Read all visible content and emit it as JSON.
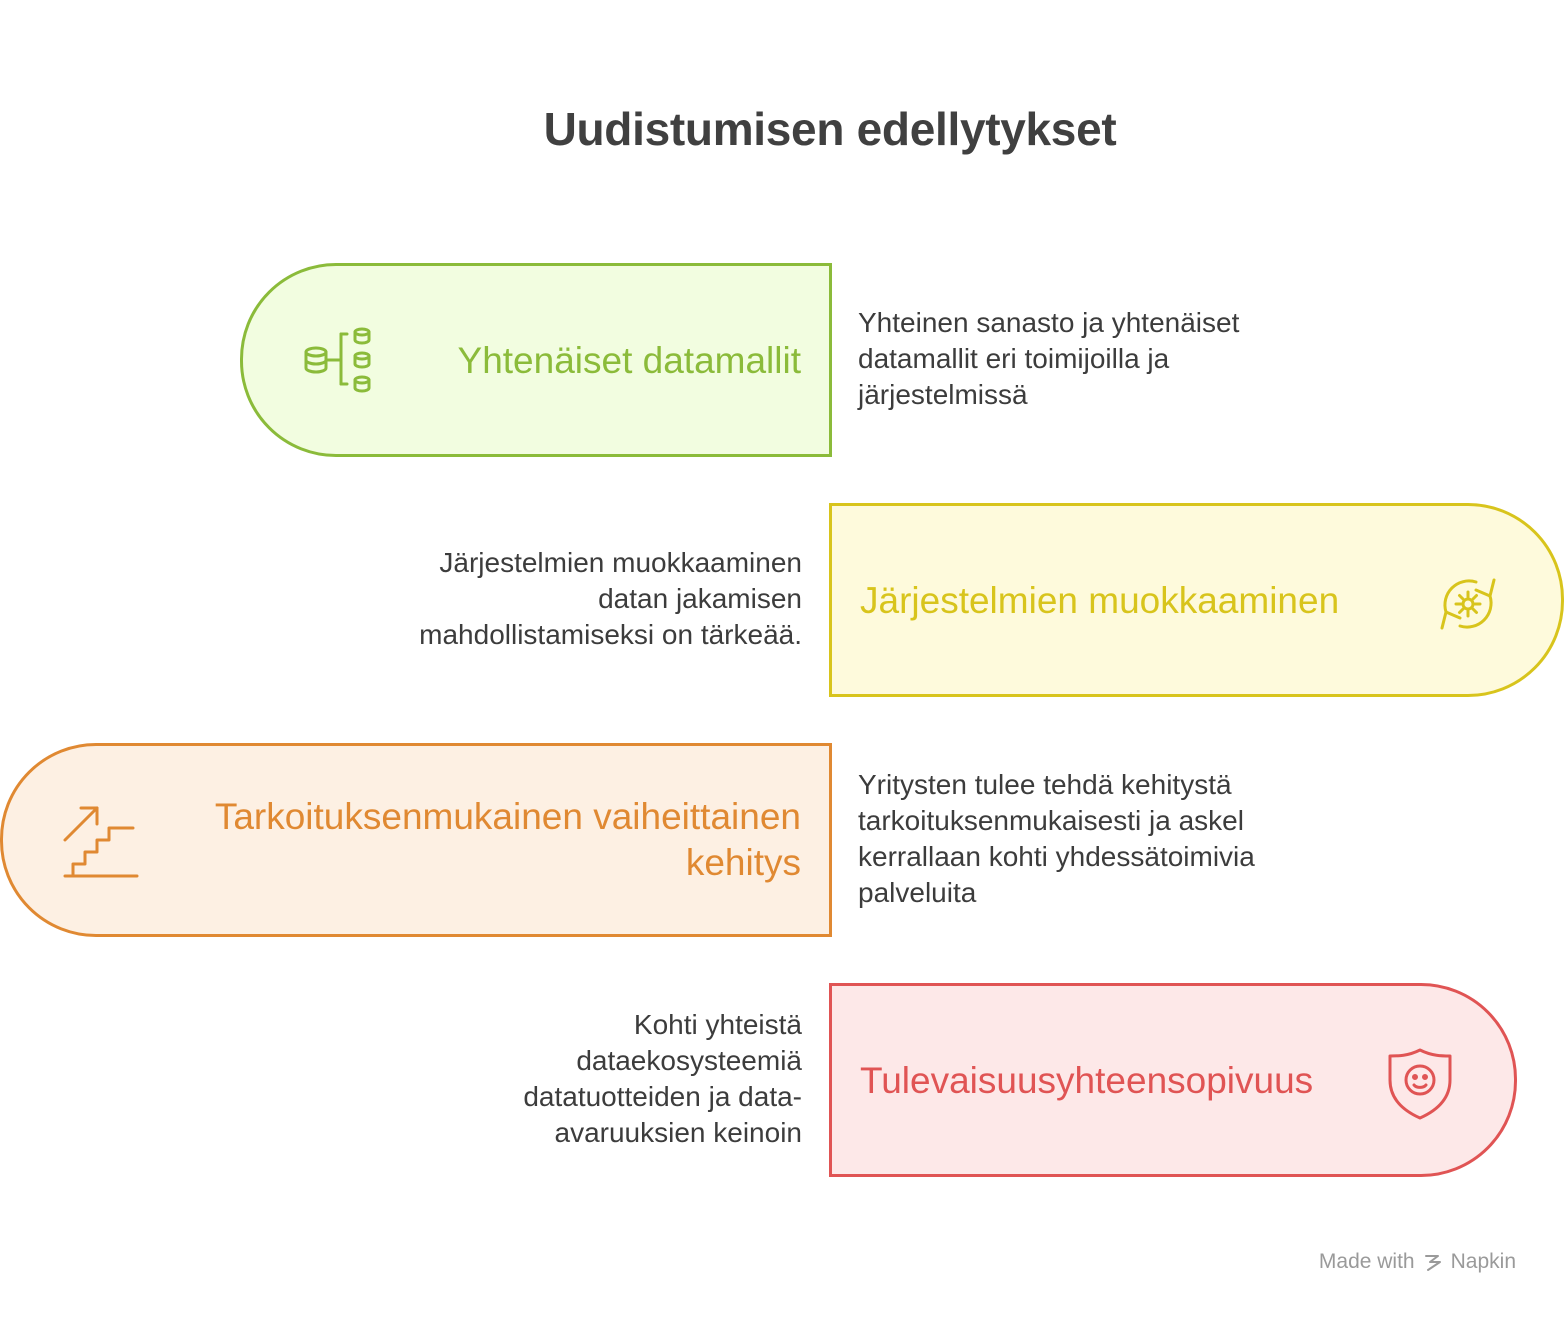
{
  "title": "Uudistumisen edellytykset",
  "items": [
    {
      "label": "Yhtenäiset datamallit",
      "description": "Yhteinen sanasto ja yhtenäiset datamallit eri toimijoilla ja järjestelmissä",
      "icon": "database-tree-icon",
      "color": "#8bbb3a",
      "fill": "#f2fde0"
    },
    {
      "label": "Järjestelmien muokkaaminen",
      "description": "Järjestelmien muokkaaminen datan jakamisen mahdollistamiseksi on tärkeää.",
      "icon": "gear-cycle-icon",
      "color": "#d8c41c",
      "fill": "#fefadc"
    },
    {
      "label": "Tarkoituksenmukainen vaiheittainen kehitys",
      "description": "Yritysten tulee tehdä kehitystä tarkoituksenmukaisesti ja askel kerrallaan kohti yhdessätoimivia palveluita",
      "icon": "stairs-arrow-icon",
      "color": "#e08932",
      "fill": "#fdf0e3"
    },
    {
      "label": "Tulevaisuusyhteensopivuus",
      "description": "Kohti yhteistä dataekosysteemiä datatuotteiden ja data-avaruuksien keinoin",
      "icon": "shield-face-icon",
      "color": "#e05454",
      "fill": "#fde8e8"
    }
  ],
  "footer": {
    "made_with": "Made with",
    "brand": "Napkin"
  }
}
